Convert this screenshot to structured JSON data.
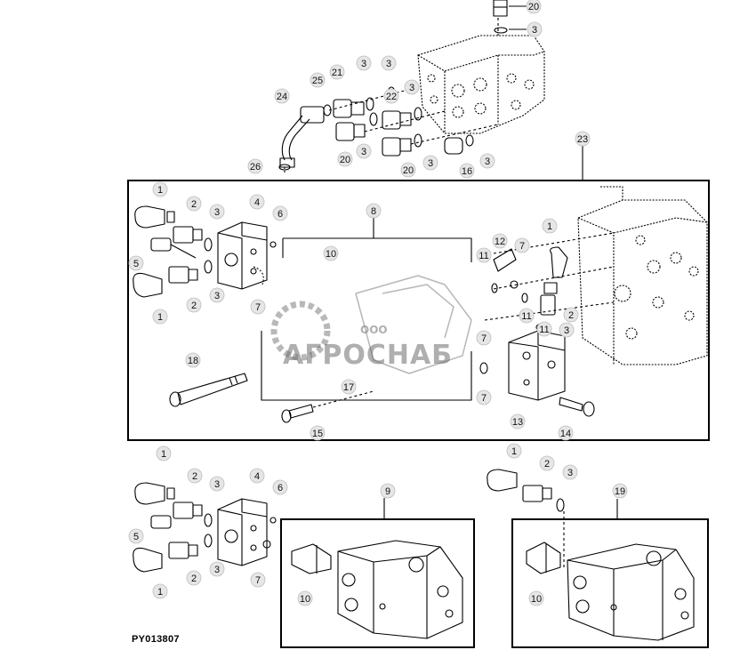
{
  "figure_code": "PY013807",
  "watermark": {
    "company_prefix": "ООО",
    "company_name": "АГРОСНАБ"
  },
  "callouts": [
    {
      "id": "c20a",
      "text": "20"
    },
    {
      "id": "c3a",
      "text": "3"
    },
    {
      "id": "c21",
      "text": "21"
    },
    {
      "id": "c25",
      "text": "25"
    },
    {
      "id": "c3b",
      "text": "3"
    },
    {
      "id": "c3c",
      "text": "3"
    },
    {
      "id": "c22",
      "text": "22"
    },
    {
      "id": "c24",
      "text": "24"
    },
    {
      "id": "c3d",
      "text": "3"
    },
    {
      "id": "c20b",
      "text": "20"
    },
    {
      "id": "c3e",
      "text": "3"
    },
    {
      "id": "c20c",
      "text": "20"
    },
    {
      "id": "c3f",
      "text": "3"
    },
    {
      "id": "c16",
      "text": "16"
    },
    {
      "id": "c3g",
      "text": "3"
    },
    {
      "id": "c26",
      "text": "26"
    },
    {
      "id": "c23",
      "text": "23"
    },
    {
      "id": "m1a",
      "text": "1"
    },
    {
      "id": "m2a",
      "text": "2"
    },
    {
      "id": "m3a",
      "text": "3"
    },
    {
      "id": "m4",
      "text": "4"
    },
    {
      "id": "m6",
      "text": "6"
    },
    {
      "id": "m8",
      "text": "8"
    },
    {
      "id": "m5",
      "text": "5"
    },
    {
      "id": "m10",
      "text": "10"
    },
    {
      "id": "m3b",
      "text": "3"
    },
    {
      "id": "m7a",
      "text": "7"
    },
    {
      "id": "m2b",
      "text": "2"
    },
    {
      "id": "m1b",
      "text": "1"
    },
    {
      "id": "m18",
      "text": "18"
    },
    {
      "id": "m17",
      "text": "17"
    },
    {
      "id": "m15",
      "text": "15"
    },
    {
      "id": "m11a",
      "text": "11"
    },
    {
      "id": "m12",
      "text": "12"
    },
    {
      "id": "m7b",
      "text": "7"
    },
    {
      "id": "m1c",
      "text": "1"
    },
    {
      "id": "m11b",
      "text": "11"
    },
    {
      "id": "m11c",
      "text": "11"
    },
    {
      "id": "m2c",
      "text": "2"
    },
    {
      "id": "m3c",
      "text": "3"
    },
    {
      "id": "m7c",
      "text": "7"
    },
    {
      "id": "m7d",
      "text": "7"
    },
    {
      "id": "m13",
      "text": "13"
    },
    {
      "id": "m14",
      "text": "14"
    },
    {
      "id": "b1a",
      "text": "1"
    },
    {
      "id": "b2a",
      "text": "2"
    },
    {
      "id": "b3a",
      "text": "3"
    },
    {
      "id": "b4",
      "text": "4"
    },
    {
      "id": "b6",
      "text": "6"
    },
    {
      "id": "b9",
      "text": "9"
    },
    {
      "id": "b5",
      "text": "5"
    },
    {
      "id": "b3b",
      "text": "3"
    },
    {
      "id": "b7",
      "text": "7"
    },
    {
      "id": "b2b",
      "text": "2"
    },
    {
      "id": "b10a",
      "text": "10"
    },
    {
      "id": "b1b",
      "text": "1"
    },
    {
      "id": "r1",
      "text": "1"
    },
    {
      "id": "r2",
      "text": "2"
    },
    {
      "id": "r3",
      "text": "3"
    },
    {
      "id": "r19",
      "text": "19"
    },
    {
      "id": "r10",
      "text": "10"
    }
  ]
}
